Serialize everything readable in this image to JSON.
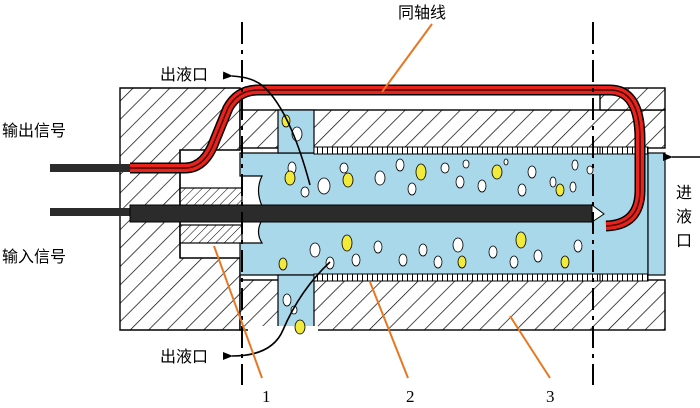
{
  "labels": {
    "coax": "同轴线",
    "outlet_top": "出液口",
    "outlet_bottom": "出液口",
    "output_signal": "输出信号",
    "input_signal": "输入信号",
    "inlet_chars": [
      "进",
      "液",
      "口"
    ],
    "part1": "1",
    "part2": "2",
    "part3": "3"
  },
  "colors": {
    "fluid": "#a9d8ea",
    "coax_red": "#e8231c",
    "leader_orange": "#e87722",
    "bubble_yellow": "#f2ea3a",
    "cable_dark": "#2b2b2b"
  },
  "icons": {
    "outlet_arrow_top": "arrow-left-icon",
    "outlet_arrow_bottom": "arrow-left-icon",
    "inlet_arrow": "arrow-left-icon"
  }
}
